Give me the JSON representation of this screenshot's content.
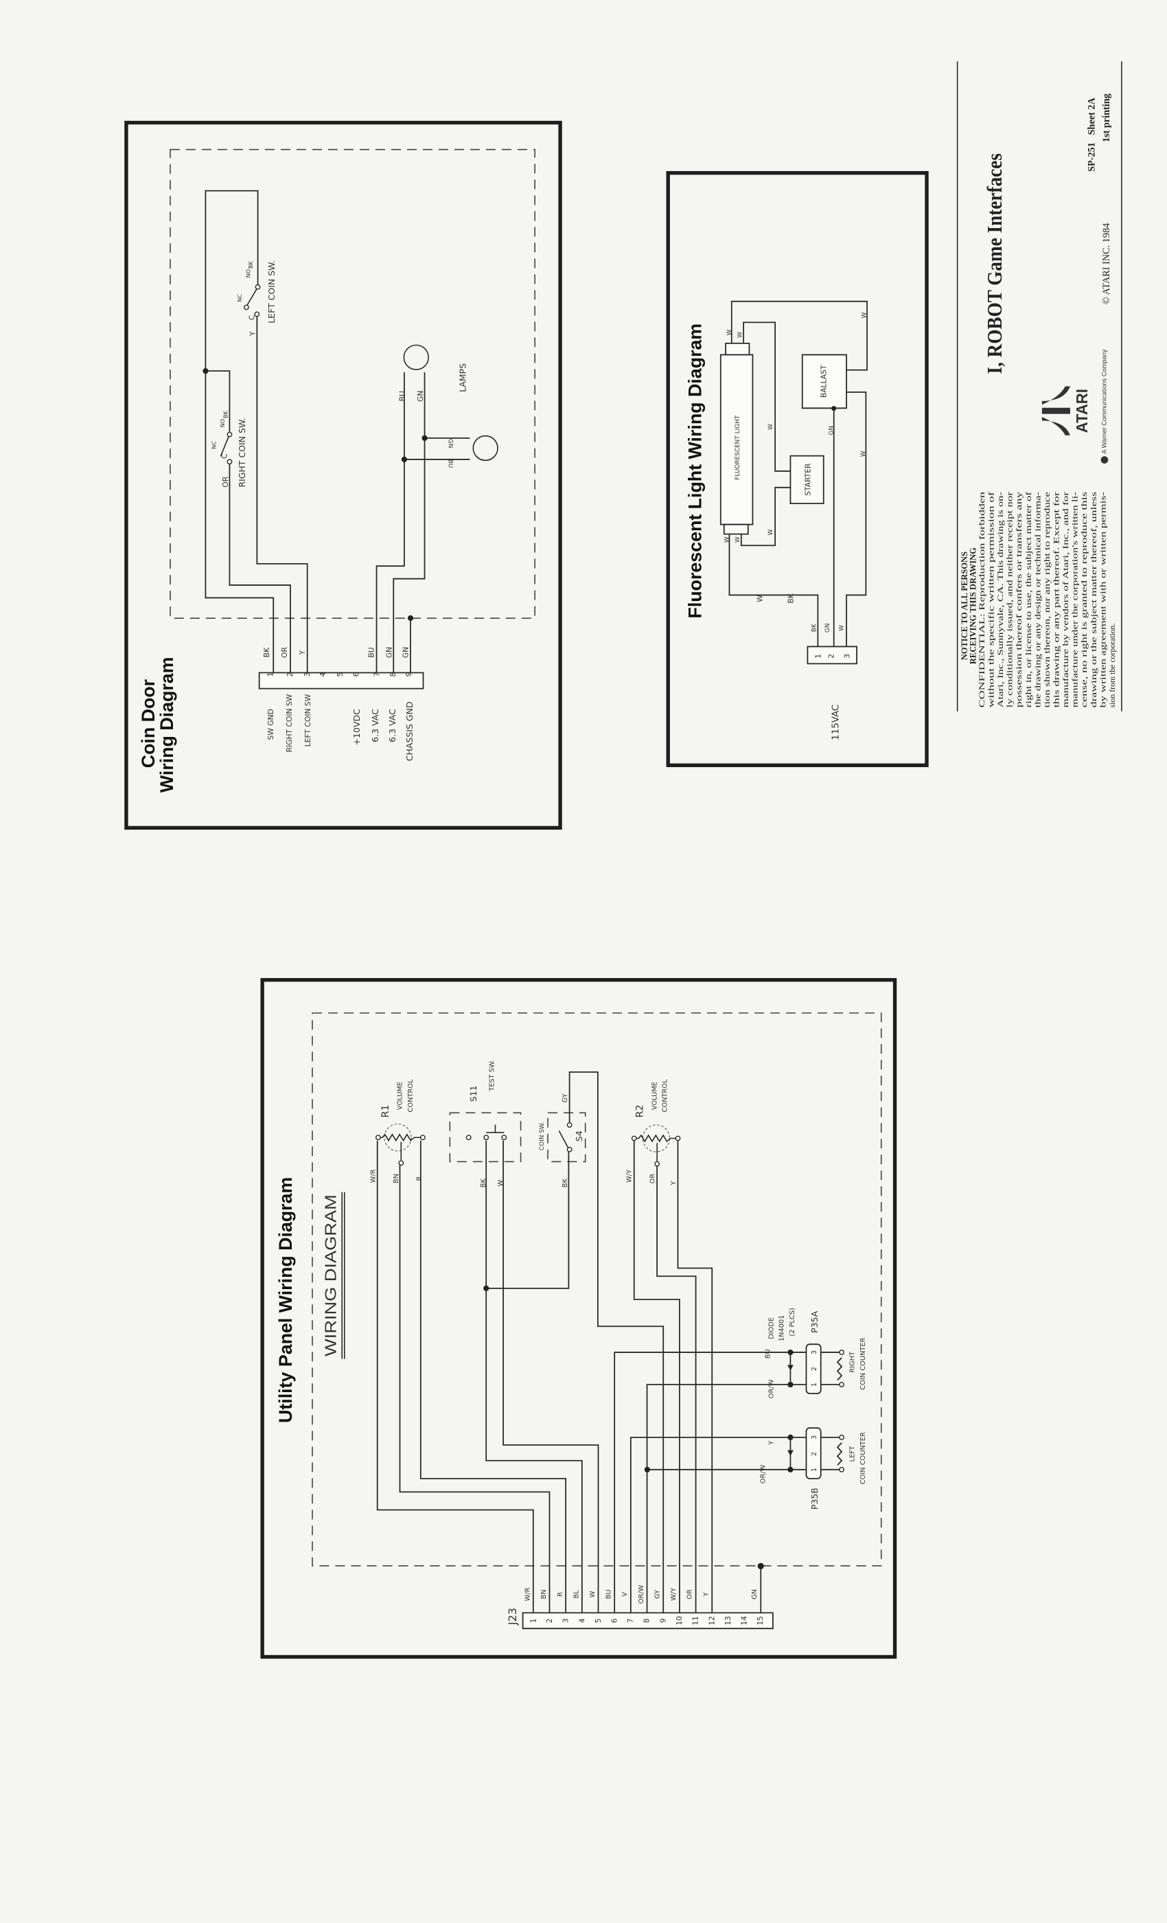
{
  "title_block": {
    "notice_heading": [
      "NOTICE TO ALL PERSONS",
      "RECEIVING THIS DRAWING"
    ],
    "notice_body": [
      "CONFIDENTIAL:  Reproduction forbidden",
      "without the specific written permission of",
      "Atari, Inc., Sunnyvale, CA. This drawing is on-",
      "ly conditionally issued, and neither receipt nor",
      "possession thereof confers or transfers any",
      "right in, or license to use, the subject matter of",
      "the drawing or any design or technical informa-",
      "tion shown thereon, nor any right to reproduce",
      "this drawing or any part thereof.  Except for",
      "manufacture by vendors of Atari, Inc., and for",
      "manufacture under the corporation's written li-",
      "cense, no right is granted to reproduce this",
      "drawing or the subject matter thereof, unless",
      "by written agreement with or written permis-",
      "sion from the corporation."
    ],
    "title": "I, ROBOT Game Interfaces",
    "logo_text": "ATARI",
    "company": "A Warner Communications Company",
    "copyright": "© ATARI INC. 1984",
    "sheet": "SP-251   Sheet 2A",
    "printing": "1st printing"
  },
  "coin_door": {
    "title_line1": "Coin Door",
    "title_line2": "Wiring Diagram",
    "pins": [
      "1",
      "2",
      "3",
      "4",
      "5",
      "6",
      "7",
      "8",
      "9"
    ],
    "wire_labels": {
      "p1": "BK",
      "p2": "OR",
      "p3": "Y",
      "p7": "BU",
      "p8": "GN",
      "p9": "GN"
    },
    "pin_functions": {
      "p1": "SW GND",
      "p2": "RIGHT COIN SW",
      "p3": "LEFT COIN SW",
      "p6": "+10VDC",
      "p7": "6.3 VAC",
      "p8": "6.3 VAC",
      "p9": "CHASSIS GND"
    },
    "right_switch": {
      "label": "RIGHT COIN SW.",
      "wire": "OR",
      "c": "C",
      "nc": "NC",
      "no": "NO",
      "no_wire": "BK"
    },
    "left_switch": {
      "label": "LEFT COIN SW.",
      "wire": "Y",
      "c": "C",
      "nc": "NC",
      "no": "NO",
      "no_wire": "BK"
    },
    "lamps_label": "LAMPS",
    "lamp_wires": {
      "bu": "BU",
      "gn": "GN",
      "lamp2_gn": "GN",
      "lamp2_bu": "BU"
    }
  },
  "fluorescent": {
    "title": "Fluorescent Light Wiring Diagram",
    "tube_label": "FLUORESCENT LIGHT",
    "starter_label": "STARTER",
    "ballast_label": "BALLAST",
    "supply_label": "115VAC",
    "pins": [
      "1",
      "2",
      "3"
    ],
    "pin_wires": [
      "BK",
      "GN",
      "W"
    ],
    "wire_labels": {
      "bk_run_w": "W",
      "bk_run_bk": "BK",
      "tube_bl": "W",
      "tube_br": "W",
      "starter_low": "W",
      "starter_high": "W",
      "gn": "GN",
      "ballast_w": "W",
      "tube_tl": "W",
      "tube_tr": "W",
      "ballast_top": "W"
    }
  },
  "utility_panel": {
    "title": "Utility Panel Wiring Diagram",
    "subtitle": "WIRING DIAGRAM",
    "connector": "J23",
    "pins": [
      "1",
      "2",
      "3",
      "4",
      "5",
      "6",
      "7",
      "8",
      "9",
      "10",
      "11",
      "12",
      "13",
      "14",
      "15"
    ],
    "pin_wires": [
      "W/R",
      "BN",
      "R",
      "BL",
      "W",
      "BU",
      "V",
      "OR/W",
      "GY",
      "W/Y",
      "OR",
      "Y",
      "",
      "",
      "GN"
    ],
    "r1": {
      "ref": "R1",
      "line1": "VOLUME",
      "line2": "CONTROL",
      "wires": [
        "W/R",
        "BN",
        "R"
      ]
    },
    "test_switch": {
      "ref": "S11",
      "label": "TEST SW.",
      "wires": [
        "BK",
        "W"
      ]
    },
    "coin_switch": {
      "label": "COIN SW.",
      "ref": "S4",
      "wire_top": "GY",
      "wire_bottom": "BK"
    },
    "r2": {
      "ref": "R2",
      "line1": "VOLUME",
      "line2": "CONTROL",
      "wires": [
        "W/Y",
        "OR",
        "Y"
      ]
    },
    "diode": {
      "line1": "DIODE",
      "line2": "1N4001",
      "line3": "(2 PLCS)"
    },
    "right_counter": {
      "connector": "P35A",
      "line1": "RIGHT",
      "line2": "COIN COUNTER",
      "wire_top": "BU",
      "wire_bottom": "OR/W",
      "pins": [
        "3",
        "2",
        "1"
      ]
    },
    "left_counter": {
      "connector": "P35B",
      "line1": "LEFT",
      "line2": "COIN COUNTER",
      "wire_top": "Y",
      "wire_bottom": "OR/W",
      "pins": [
        "3",
        "2",
        "1"
      ]
    }
  }
}
